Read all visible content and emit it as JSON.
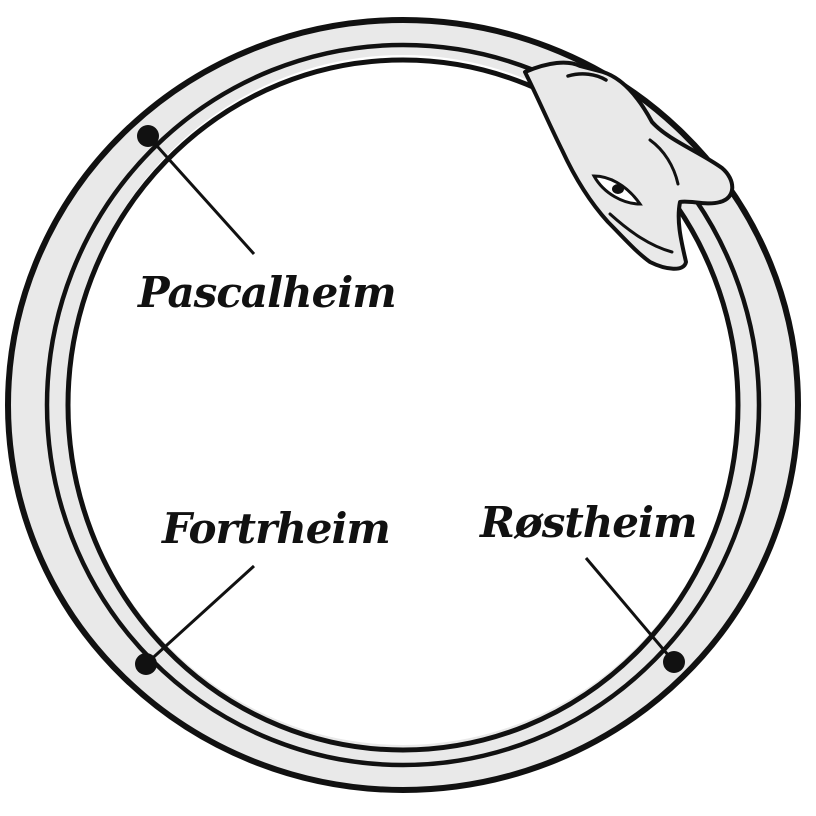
{
  "colors": {
    "ink": "#111111",
    "body_fill": "#e9e9e9",
    "background": "#ffffff"
  },
  "figure": {
    "motif": "ouroboros-serpent-ring",
    "places": [
      {
        "id": "pascalheim",
        "label": "Pascalheim"
      },
      {
        "id": "fortrheim",
        "label": "Fortrheim"
      },
      {
        "id": "rostheim",
        "label": "Røstheim"
      }
    ]
  }
}
